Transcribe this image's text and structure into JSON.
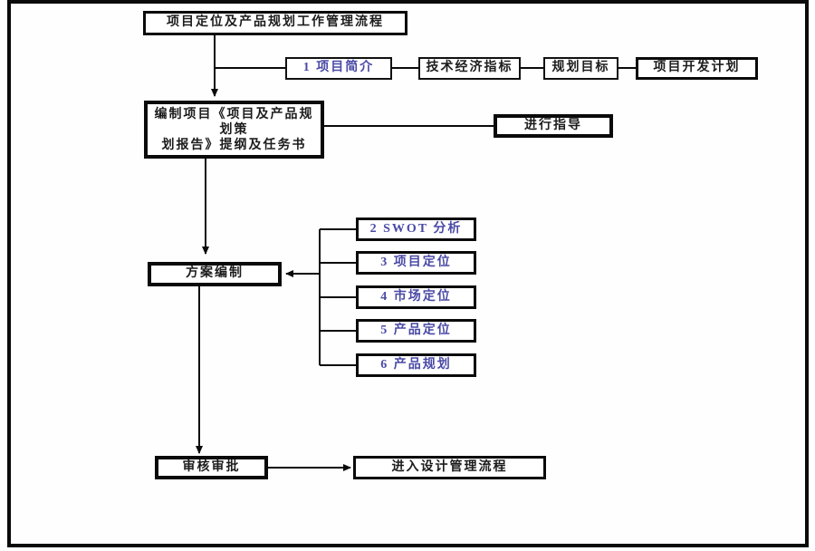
{
  "colors": {
    "frame_border": "#0a0a0a",
    "box_border": "#111111",
    "text": "#1c1c1c",
    "accent_blue": "#4a4aa6",
    "background": "#ffffff"
  },
  "flowchart": {
    "title": "项目定位及产品规划工作管理流程",
    "top_row": [
      {
        "label": "1 项目简介"
      },
      {
        "label": "技术经济指标"
      },
      {
        "label": "规划目标"
      },
      {
        "label": "项目开发计划"
      }
    ],
    "compile": {
      "line1": "编制项目《项目及产品规划策",
      "line2": "划报告》提纲及任务书"
    },
    "guide": "进行指导",
    "scheme": "方案编制",
    "side_steps": [
      {
        "label": "2 SWOT 分析"
      },
      {
        "label": "3 项目定位"
      },
      {
        "label": "4 市场定位"
      },
      {
        "label": "5 产品定位"
      },
      {
        "label": "6 产品规划"
      }
    ],
    "review": "审核审批",
    "enter_design": "进入设计管理流程"
  }
}
